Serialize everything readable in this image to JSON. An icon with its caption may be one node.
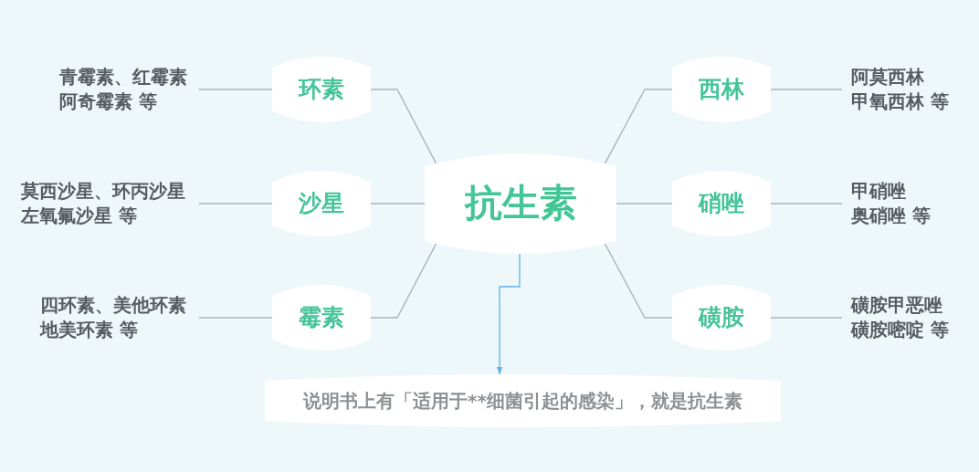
{
  "diagram": {
    "nodes": [
      {
        "text": [
          "抗生素"
        ]
      },
      {
        "text": [
          "环素"
        ]
      },
      {
        "text": [
          "沙星"
        ]
      },
      {
        "text": [
          "霉素"
        ]
      },
      {
        "text": [
          "西林"
        ]
      },
      {
        "text": [
          "硝唑"
        ]
      },
      {
        "text": [
          "磺胺"
        ]
      },
      {
        "text": [
          "青霉素、红霉素",
          "阿奇霉素 等"
        ]
      },
      {
        "text": [
          "莫西沙星、环丙沙星",
          "左氧氟沙星 等"
        ]
      },
      {
        "text": [
          "四环素、美他环素",
          "地美环素 等"
        ]
      },
      {
        "text": [
          "阿莫西林",
          "甲氧西林 等"
        ]
      },
      {
        "text": [
          "甲硝唑",
          "奥硝唑 等"
        ]
      },
      {
        "text": [
          "磺胺甲恶唑",
          "磺胺嘧啶 等"
        ]
      },
      {
        "text": [
          "说明书上有「适用于**细菌引起的感染」，就是抗生素"
        ]
      }
    ],
    "edges": [
      {
        "from": 0,
        "to": 1,
        "arrow": "none"
      },
      {
        "from": 0,
        "to": 2,
        "arrow": "none"
      },
      {
        "from": 0,
        "to": 3,
        "arrow": "none"
      },
      {
        "from": 0,
        "to": 4,
        "arrow": "none"
      },
      {
        "from": 0,
        "to": 5,
        "arrow": "none"
      },
      {
        "from": 0,
        "to": 6,
        "arrow": "none"
      },
      {
        "from": 1,
        "to": 7,
        "arrow": "none"
      },
      {
        "from": 2,
        "to": 8,
        "arrow": "none"
      },
      {
        "from": 3,
        "to": 9,
        "arrow": "none"
      },
      {
        "from": 4,
        "to": 10,
        "arrow": "none"
      },
      {
        "from": 5,
        "to": 11,
        "arrow": "none"
      },
      {
        "from": 6,
        "to": 12,
        "arrow": "none"
      },
      {
        "from": 0,
        "to": 13,
        "arrow": "to",
        "color": "#62b3e3"
      }
    ]
  }
}
